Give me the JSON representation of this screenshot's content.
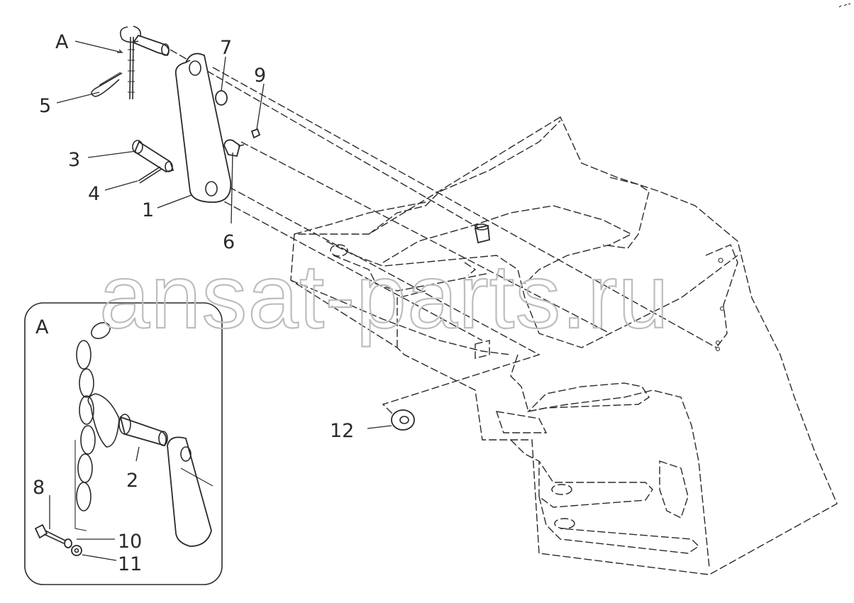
{
  "watermark": "ansat-parts.ru",
  "detail_view_label": "A",
  "callouts": {
    "A": "A",
    "c1": "1",
    "c2": "2",
    "c3": "3",
    "c4": "4",
    "c5": "5",
    "c6": "6",
    "c7": "7",
    "c8": "8",
    "c9": "9",
    "c10": "10",
    "c11": "11",
    "c12": "12"
  },
  "colors": {
    "line": "#2a2a2a",
    "watermark": "#bdbdbd",
    "background": "#ffffff"
  }
}
